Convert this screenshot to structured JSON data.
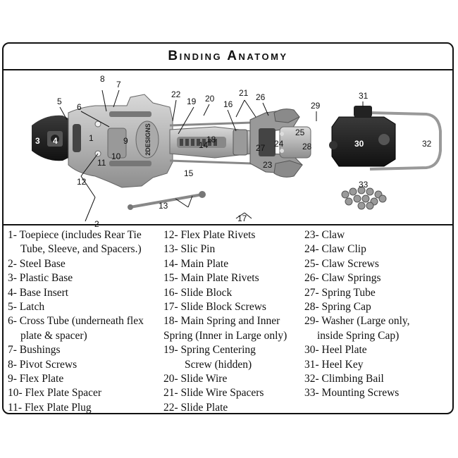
{
  "title": "Binding Anatomy",
  "figure": {
    "labels": [
      "1",
      "2",
      "3",
      "4",
      "5",
      "6",
      "7",
      "8",
      "9",
      "10",
      "11",
      "12",
      "13",
      "14",
      "15",
      "16",
      "17",
      "18",
      "19",
      "20",
      "21",
      "22",
      "23",
      "24",
      "25",
      "26",
      "27",
      "28",
      "29",
      "30",
      "31",
      "32",
      "33"
    ],
    "logo_text": "2DESIGNS"
  },
  "legend": {
    "col1": [
      {
        "line1": "1- Toepiece (includes Rear Tie",
        "cont": [
          "Tube, Sleeve, and Spacers.)"
        ]
      },
      {
        "line1": "2- Steel Base"
      },
      {
        "line1": "3- Plastic Base"
      },
      {
        "line1": "4- Base Insert"
      },
      {
        "line1": "5- Latch"
      },
      {
        "line1": "6- Cross Tube (underneath flex",
        "cont": [
          "plate & spacer)"
        ]
      },
      {
        "line1": "7- Bushings"
      },
      {
        "line1": "8- Pivot Screws"
      },
      {
        "line1": "9- Flex Plate"
      },
      {
        "line1": "10- Flex Plate Spacer"
      },
      {
        "line1": "11- Flex Plate Plug"
      }
    ],
    "col2": [
      {
        "line1": "12- Flex Plate Rivets"
      },
      {
        "line1": "13- Slic Pin"
      },
      {
        "line1": "14- Main Plate"
      },
      {
        "line1": "15- Main Plate Rivets"
      },
      {
        "line1": "16- Slide Block"
      },
      {
        "line1": "17- Slide Block Screws"
      },
      {
        "line1": "18- Main Spring and Inner",
        "cont": [
          "Spring (Inner in Large only)"
        ],
        "noindent": true
      },
      {
        "line1": "19- Spring Centering",
        "cont": [
          "Screw (hidden)"
        ],
        "deep": true
      },
      {
        "line1": "20- Slide Wire"
      },
      {
        "line1": "21- Slide Wire Spacers"
      },
      {
        "line1": "22- Slide Plate"
      }
    ],
    "col3": [
      {
        "line1": "23- Claw"
      },
      {
        "line1": "24- Claw Clip"
      },
      {
        "line1": "25- Claw Screws"
      },
      {
        "line1": "26- Claw Springs"
      },
      {
        "line1": "27- Spring Tube"
      },
      {
        "line1": "28- Spring Cap"
      },
      {
        "line1": "29- Washer (Large only,",
        "cont": [
          "inside Spring Cap)"
        ]
      },
      {
        "line1": "30- Heel Plate"
      },
      {
        "line1": "31- Heel Key"
      },
      {
        "line1": "32- Climbing Bail"
      },
      {
        "line1": "33- Mounting Screws"
      }
    ]
  }
}
